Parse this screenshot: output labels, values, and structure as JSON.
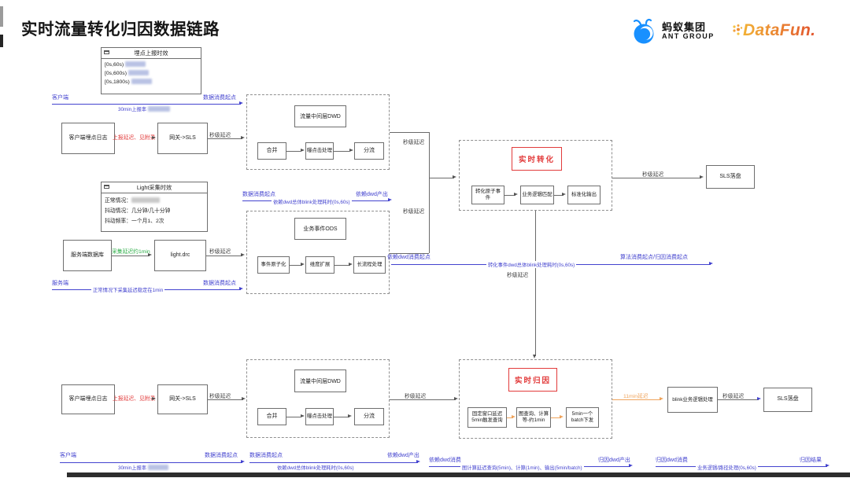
{
  "header": {
    "title": "实时流量转化归因数据链路",
    "ant": {
      "name": "蚂蚁集团",
      "sub": "ANT GROUP"
    },
    "datafun": "DataFun."
  },
  "info": {
    "report": {
      "title": "埋点上报时效",
      "rows": [
        "[0s,60s)",
        "[0s,600s)",
        "[0s,1800s)"
      ]
    },
    "light": {
      "title": "Light采集时效",
      "rows": [
        "正常情况：",
        "抖动情况：几分钟/几十分钟",
        "抖动频率：一个月1、2次"
      ]
    }
  },
  "nodes": {
    "client_log": "客户端埋点日志",
    "gateway": "网关->SLS",
    "server_db": "服务端数据库",
    "light_drc": "light.drc",
    "sls": "SLS落盘",
    "blink": "blink业务逻辑处理"
  },
  "groups": {
    "dwd": {
      "title": "流量中间层DWD",
      "steps": [
        "合并",
        "曝点击处理",
        "分流"
      ]
    },
    "ods": {
      "title": "业务事件ODS",
      "steps": [
        "事件原子化",
        "维度扩展",
        "长流程处理"
      ]
    },
    "rt_conv": {
      "title": "实时转化",
      "steps": [
        "转化原子事件",
        "业务逻辑匹配",
        "标准化输出"
      ]
    },
    "rt_attr": {
      "title": "实时归因",
      "steps": [
        "固定窗口延迟5min触发查询",
        "图查询、计算等-约1min",
        "5min一个batch下发"
      ]
    }
  },
  "labels": {
    "sec_delay": "秒级延迟",
    "report_delay": "上报延迟、见附录",
    "collect_delay": "采集延迟约1min",
    "min11_delay": "11min延迟"
  },
  "timelines": {
    "client": {
      "left": "客户端",
      "mid": "30min上报率",
      "right": "数据消费起点"
    },
    "dwd": {
      "left": "数据消费起点",
      "mid": "依赖dwd总体blink处理耗时(0s,60s)",
      "right": "依赖dwd产出"
    },
    "conv": {
      "left": "依赖dwd消费起点",
      "mid": "转化事件dwd总体blink处理耗时(0s,60s)",
      "right": "算法消费起点/归因消费起点"
    },
    "server": {
      "left": "服务端",
      "mid": "正常情况下采集延迟稳定在1min",
      "right": "数据消费起点"
    },
    "attr_graph": {
      "left": "依赖dwd消费",
      "mid": "图计算延迟查询(5min)、计算(1min)、输出(5min/batch)",
      "right": "归因dwd产出"
    },
    "attr_result": {
      "left": "归因dwd消费",
      "mid": "业务逻辑/路径处理(0s,60s)",
      "right": "归因结果"
    }
  },
  "colors": {
    "blue": "#4343cf",
    "red": "#e23b3b",
    "green": "#2fae4a",
    "orange": "#efa45c",
    "ant_blue": "#1890ff",
    "datafun_start": "#f2b135",
    "datafun_end": "#e2542e"
  }
}
